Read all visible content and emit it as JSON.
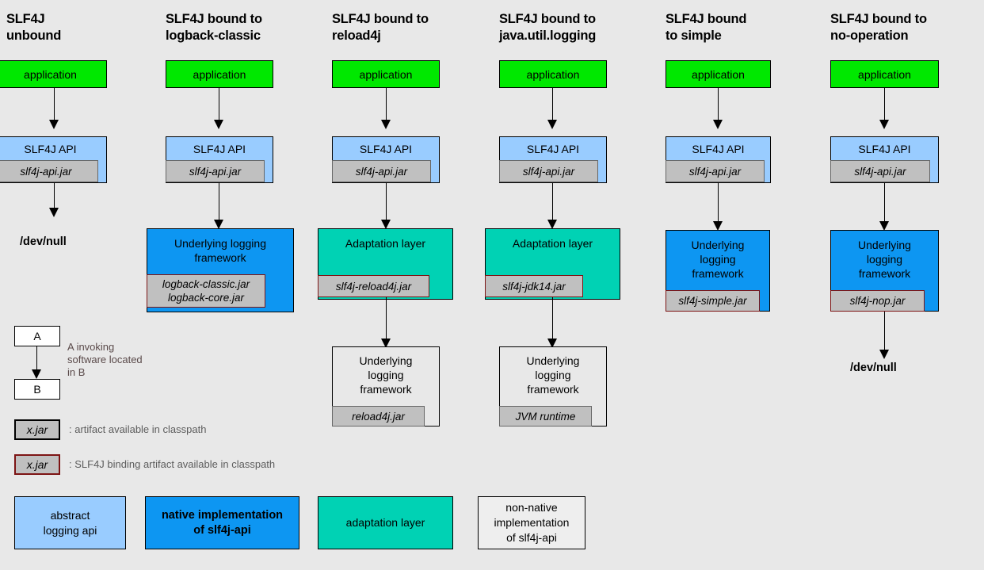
{
  "diagram": {
    "background_color": "#e8e8e8",
    "columns": [
      {
        "id": "unbound",
        "title": "SLF4J\nunbound",
        "nodes": {
          "application": "application",
          "api": "SLF4J API",
          "api_jar": "slf4j-api.jar",
          "terminal": "/dev/null"
        }
      },
      {
        "id": "logback-classic",
        "title": "SLF4J bound to\nlogback-classic",
        "nodes": {
          "application": "application",
          "api": "SLF4J API",
          "api_jar": "slf4j-api.jar",
          "impl": "Underlying logging\nframework",
          "impl_jar": "logback-classic.jar\nlogback-core.jar"
        }
      },
      {
        "id": "reload4j",
        "title": "SLF4J bound to\nreload4j",
        "nodes": {
          "application": "application",
          "api": "SLF4J API",
          "api_jar": "slf4j-api.jar",
          "adapter": "Adaptation layer",
          "adapter_jar": "slf4j-reload4j.jar",
          "impl": "Underlying\nlogging\nframework",
          "impl_jar": "reload4j.jar"
        }
      },
      {
        "id": "java-util-logging",
        "title": "SLF4J bound to\njava.util.logging",
        "nodes": {
          "application": "application",
          "api": "SLF4J API",
          "api_jar": "slf4j-api.jar",
          "adapter": "Adaptation layer",
          "adapter_jar": "slf4j-jdk14.jar",
          "impl": "Underlying\nlogging\nframework",
          "impl_jar": "JVM runtime"
        }
      },
      {
        "id": "simple",
        "title": "SLF4J bound\nto simple",
        "nodes": {
          "application": "application",
          "api": "SLF4J API",
          "api_jar": "slf4j-api.jar",
          "impl": "Underlying\nlogging\nframework",
          "impl_jar": "slf4j-simple.jar"
        }
      },
      {
        "id": "no-operation",
        "title": "SLF4J bound to\nno-operation",
        "nodes": {
          "application": "application",
          "api": "SLF4J API",
          "api_jar": "slf4j-api.jar",
          "impl": "Underlying\nlogging\nframework",
          "impl_jar": "slf4j-nop.jar",
          "terminal": "/dev/null"
        }
      }
    ],
    "legend": {
      "invocation": {
        "box_a": "A",
        "box_b": "B",
        "description": "A invoking\nsoftware located\nin B"
      },
      "artifact": {
        "swatch": "x.jar",
        "description": ": artifact available in classpath"
      },
      "binding_artifact": {
        "swatch": "x.jar",
        "description": ": SLF4J binding artifact available in classpath"
      }
    },
    "key": [
      {
        "label": "abstract\nlogging api",
        "color": "#99ccff"
      },
      {
        "label": "native implementation\nof slf4j-api",
        "color": "#0d96f2"
      },
      {
        "label": "adaptation layer",
        "color": "#00d2b4"
      },
      {
        "label": "non-native\nimplementation\nof slf4j-api",
        "color": "#eeeeee"
      }
    ]
  }
}
